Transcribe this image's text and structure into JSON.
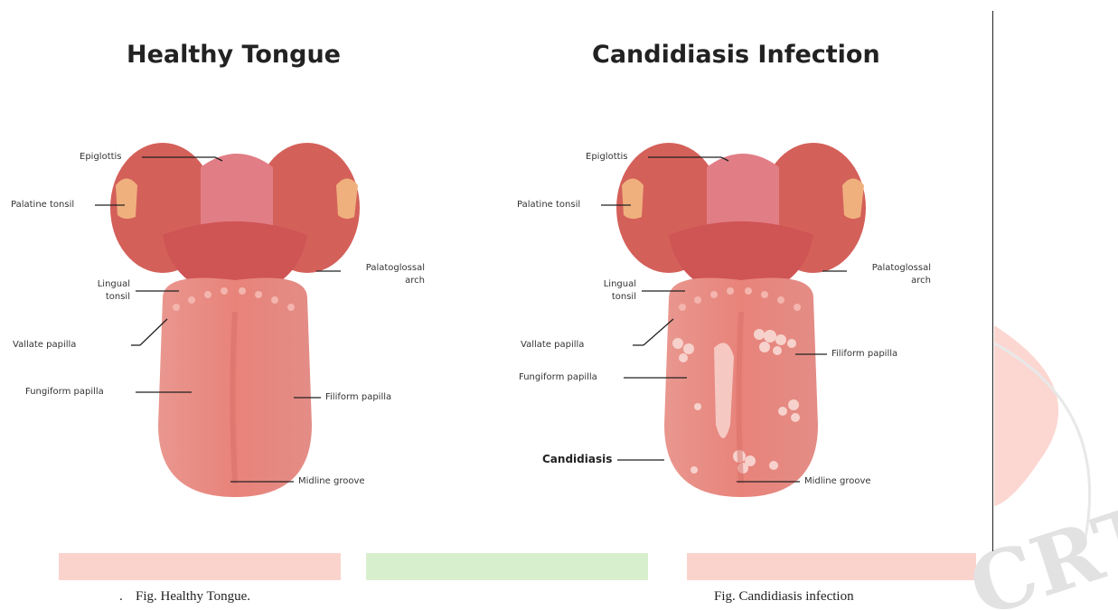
{
  "panels": [
    {
      "title": "Healthy Tongue",
      "labels": {
        "epiglottis": "Epiglottis",
        "palatine_tonsil": "Palatine tonsil",
        "lingual_tonsil": "Lingual\ntonsil",
        "palatoglossal_arch": "Palatoglossal\narch",
        "vallate_papilla": "Vallate papilla",
        "fungiform_papilla": "Fungiform papilla",
        "filiform_papilla": "Filiform papilla",
        "midline_groove": "Midline groove"
      }
    },
    {
      "title": "Candidiasis Infection",
      "labels": {
        "epiglottis": "Epiglottis",
        "palatine_tonsil": "Palatine tonsil",
        "lingual_tonsil": "Lingual\ntonsil",
        "palatoglossal_arch": "Palatoglossal\narch",
        "vallate_papilla": "Vallate papilla",
        "fungiform_papilla": "Fungiform papilla",
        "filiform_papilla": "Filiform papilla",
        "candidiasis": "Candidiasis",
        "midline_groove": "Midline groove"
      }
    }
  ],
  "captions": {
    "left_marker": ".",
    "left": "Fig. Healthy Tongue.",
    "right": "Fig. Candidiasis infection"
  },
  "colors": {
    "tongue": "#e8837a",
    "tongue_dark": "#d9695f",
    "root": "#d25a55",
    "epiglottis": "#e47f86",
    "tonsil": "#efae7e",
    "plaque": "#f6c8c2",
    "stripe_red": "#fbd0ca",
    "stripe_green": "#d8efce"
  }
}
